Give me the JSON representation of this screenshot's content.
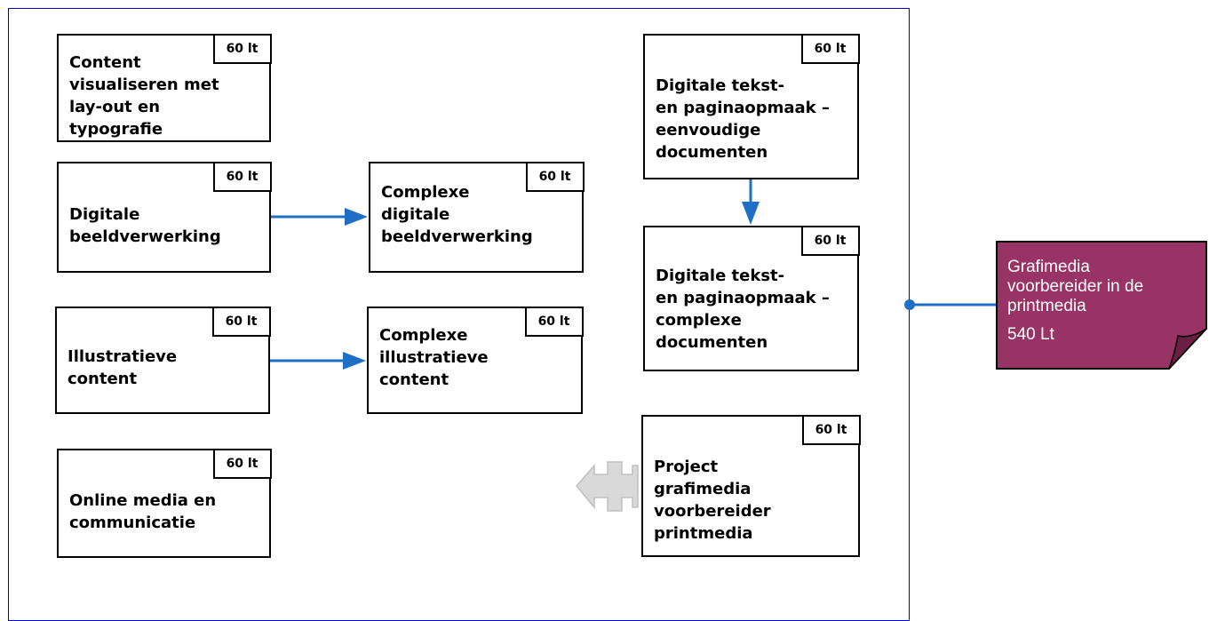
{
  "modules": [
    {
      "id": "content-visualiseren",
      "title": "Content\nvisualiseren met\nlay-out en\ntypografie",
      "credits": "60 lt"
    },
    {
      "id": "digitale-beeldverwerking",
      "title": "Digitale\nbeeldverwerking",
      "credits": "60 lt"
    },
    {
      "id": "complexe-digitale-beeldverwerking",
      "title": "Complexe\ndigitale\nbeeldverwerking",
      "credits": "60 lt"
    },
    {
      "id": "illustratieve-content",
      "title": "Illustratieve\ncontent",
      "credits": "60 lt"
    },
    {
      "id": "complexe-illustratieve-content",
      "title": "Complexe\nillustratieve\ncontent",
      "credits": "60 lt"
    },
    {
      "id": "online-media",
      "title": "Online media en\ncommunicatie",
      "credits": "60 lt"
    },
    {
      "id": "tekst-eenvoudig",
      "title": "Digitale tekst-\nen paginaopmaak –\neenvoudige\ndocumenten",
      "credits": "60 lt"
    },
    {
      "id": "tekst-complex",
      "title": "Digitale tekst-\nen paginaopmaak –\ncomplexe\ndocumenten",
      "credits": "60 lt"
    },
    {
      "id": "project",
      "title": "Project\ngrafimedia\nvoorbereider\nprintmedia",
      "credits": "60 lt"
    }
  ],
  "qualification": {
    "title": "Grafimedia\nvoorbereider in de\nprintmedia",
    "credits": "540 Lt"
  },
  "colors": {
    "frame": "#0000cc",
    "arrow": "#1f6fc6",
    "qualification_fill": "#993366",
    "qualification_fold": "#6b1f45",
    "connector_shape": "#d9d9d9"
  }
}
